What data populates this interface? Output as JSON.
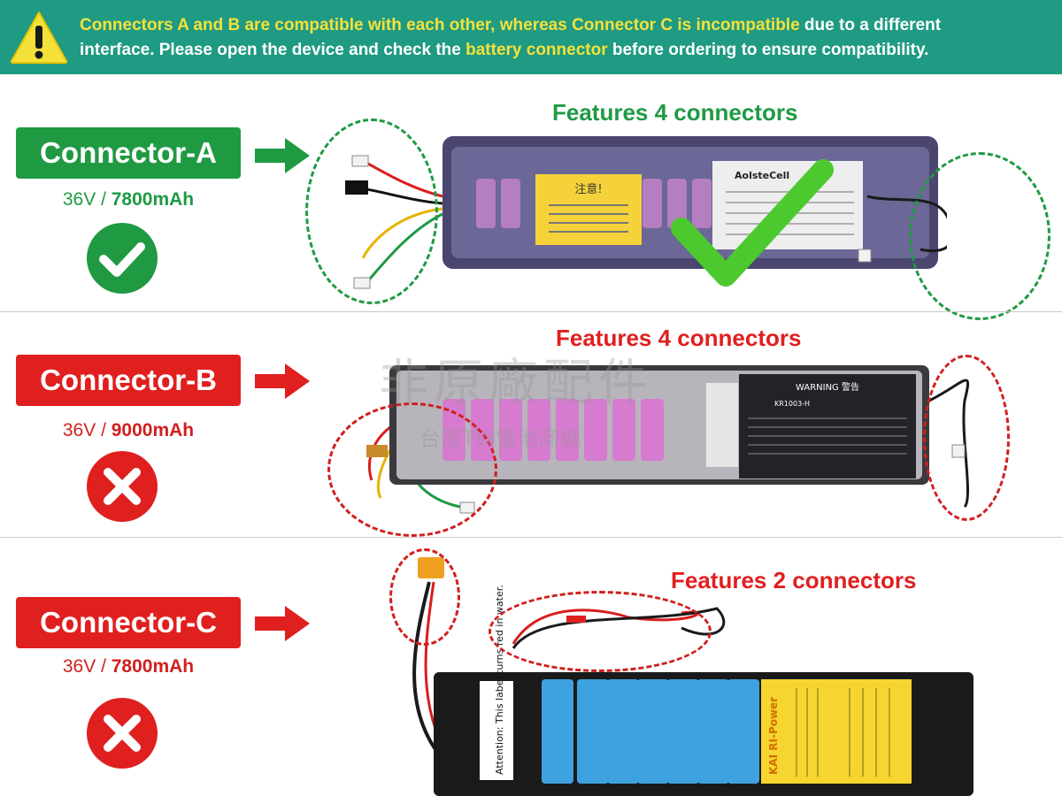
{
  "banner": {
    "line1_part1": "Connectors A and B are compatible with each other, whereas Connector C is incompatible",
    "line1_part2": " due to a different",
    "line2_part1": "interface. Please open the device and check the ",
    "line2_part2": "battery connector",
    "line2_part3": " before ordering to ensure compatibility."
  },
  "connectors": [
    {
      "label": "Connector-A",
      "voltage": "36V",
      "separator": " / ",
      "capacity": "7800mAh",
      "features": "Features 4 connectors",
      "compatible": true,
      "color": "#1f9a43",
      "battery_brand": "AolsteCell",
      "battery_sticker": "注意!"
    },
    {
      "label": "Connector-B",
      "voltage": "36V",
      "separator": " / ",
      "capacity": "9000mAh",
      "features": "Features 4 connectors",
      "compatible": false,
      "color": "#e01f1f",
      "battery_model": "KR1003-H",
      "battery_warning": "WARNING 警告"
    },
    {
      "label": "Connector-C",
      "voltage": "36V",
      "separator": " / ",
      "capacity": "7800mAh",
      "features": "Features 2 connectors",
      "compatible": false,
      "color": "#e01f1f",
      "battery_note": "Attention: This label turns red in water.",
      "battery_brand": "KAI RI-Power"
    }
  ],
  "watermark": {
    "line1": "非原廠配件",
    "line2": "台灣TW電池商城"
  },
  "icons": {
    "warning": "warning-triangle-icon",
    "compatible": "check-circle-icon",
    "incompatible": "x-circle-icon",
    "arrow": "arrow-right-icon"
  }
}
